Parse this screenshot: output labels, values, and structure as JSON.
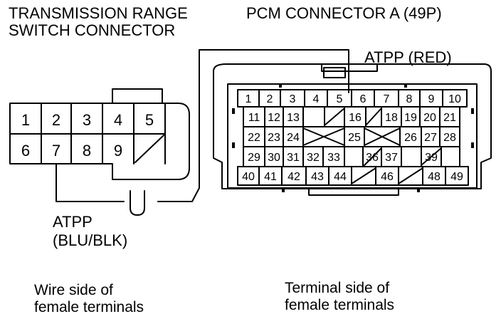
{
  "left_title": [
    "TRANSMISSION RANGE",
    "SWITCH CONNECTOR"
  ],
  "right_title": "PCM CONNECTOR A (49P)",
  "wire_label_right": "ATPP (RED)",
  "wire_label_left": [
    "ATPP",
    "(BLU/BLK)"
  ],
  "caption_left": [
    "Wire side of",
    "female terminals"
  ],
  "caption_right": [
    "Terminal side of",
    "female terminals"
  ],
  "left_connector": {
    "rows": [
      [
        "1",
        "2",
        "3",
        "4",
        "5"
      ],
      [
        "6",
        "7",
        "8",
        "9",
        ""
      ]
    ]
  },
  "pcm_connector": {
    "rows": [
      [
        "1",
        "2",
        "3",
        "4",
        "5",
        "6",
        "7",
        "8",
        "9",
        "10"
      ],
      [
        "11",
        "12",
        "13",
        "",
        "16",
        "",
        "18",
        "19",
        "20",
        "21"
      ],
      [
        "22",
        "23",
        "24",
        "",
        "25",
        "",
        "26",
        "27",
        "28"
      ],
      [
        "29",
        "30",
        "31",
        "32",
        "33",
        "",
        "36",
        "37",
        "",
        "39"
      ],
      [
        "40",
        "41",
        "42",
        "43",
        "44",
        "",
        "46",
        "",
        "48",
        "49"
      ]
    ]
  }
}
